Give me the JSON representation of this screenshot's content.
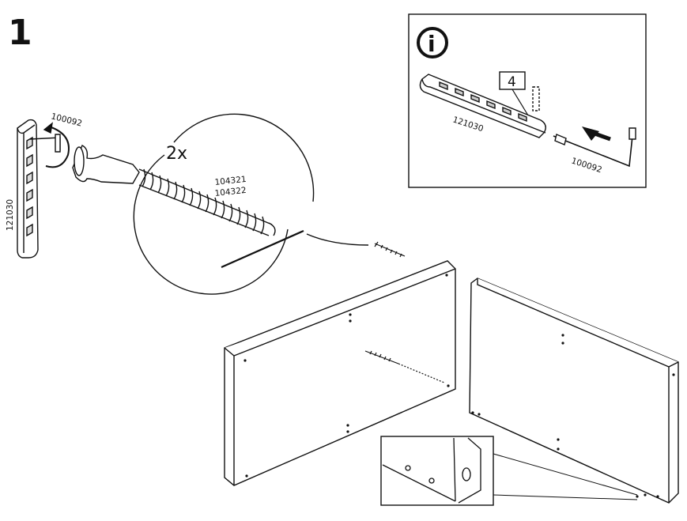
{
  "step": {
    "number": "1"
  },
  "quantity": "2x",
  "parts": {
    "allen_key": "100092",
    "fitting_strip": "121030",
    "screw_a": "104321",
    "screw_b": "104322"
  },
  "info_panel": {
    "info_glyph": "i",
    "count": "4",
    "strip_label": "121030",
    "key_label": "100092"
  },
  "colors": {
    "line": "#111111",
    "background": "#ffffff"
  }
}
